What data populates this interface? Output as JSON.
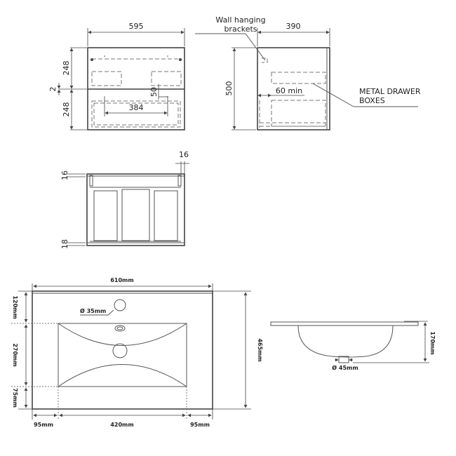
{
  "front_view": {
    "width": "595",
    "upper_height": "248",
    "gap": "2",
    "lower_height": "248",
    "handle_offset": "50",
    "handle_spacing": "384"
  },
  "side_view": {
    "depth": "390",
    "height": "500",
    "drawer_setback": "60 min",
    "label_brackets_1": "Wall hanging",
    "label_brackets_2": "brackets",
    "label_drawers_1": "METAL DRAWER",
    "label_drawers_2": "BOXES"
  },
  "top_view": {
    "side_thickness": "16",
    "back_thickness": "16",
    "front_thickness": "18"
  },
  "basin_plan": {
    "width": "610mm",
    "depth": "465mm",
    "top_margin": "120mm",
    "bowl_depth": "270mm",
    "front_margin": "75mm",
    "left_margin": "95mm",
    "bowl_width": "420mm",
    "right_margin": "95mm",
    "tap_hole": "Ø 35mm"
  },
  "basin_section": {
    "height": "170mm",
    "waste": "Ø 45mm"
  }
}
